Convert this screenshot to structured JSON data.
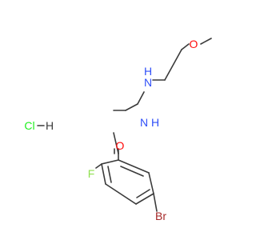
{
  "colors": {
    "bond": "#3a3a3a",
    "carbon": "#3a3a3a",
    "oxygen": "#ff0d0d",
    "nitrogen": "#3050f8",
    "fluorine": "#90e050",
    "bromine": "#a62929",
    "chlorine": "#1ff01f",
    "hydrogen": "#3a3a3a"
  },
  "molecule": {
    "atoms": {
      "methoxy_oxygen": "O",
      "amine_nitrogen": "N",
      "amine_hydrogen": "H",
      "amide_nitrogen": "N",
      "amide_hydrogen": "H",
      "carbonyl_oxygen": "O",
      "fluorine": "F",
      "bromine": "Br"
    },
    "salt": {
      "chlorine": "Cl",
      "hydrogen": "H"
    }
  }
}
